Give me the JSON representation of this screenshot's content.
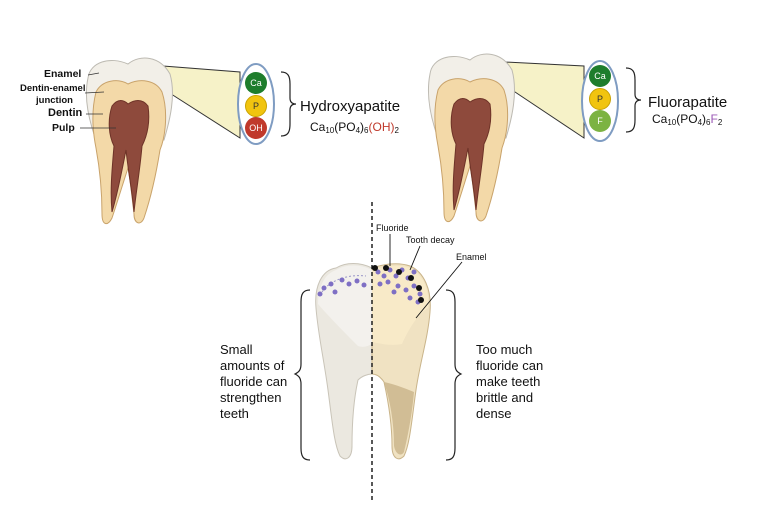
{
  "labels": {
    "enamel": "Enamel",
    "dej_1": "Dentin-enamel",
    "dej_2": "junction",
    "dentin": "Dentin",
    "pulp": "Pulp"
  },
  "hydroxyapatite": {
    "title": "Hydroxyapatite",
    "formula_parts": [
      "Ca",
      "10",
      "(PO",
      "4",
      ")",
      "6",
      "(OH)",
      "2"
    ],
    "ions": [
      "Ca",
      "P",
      "OH"
    ]
  },
  "fluorapatite": {
    "title": "Fluorapatite",
    "formula_parts": [
      "Ca",
      "10",
      "(PO",
      "4",
      ")",
      "6",
      "F",
      "2"
    ],
    "ions": [
      "Ca",
      "P",
      "F"
    ]
  },
  "bottom": {
    "fluoride_label": "Fluoride",
    "decay_label": "Tooth decay",
    "enamel_label": "Enamel",
    "left_text": "Small amounts of fluoride can strengthen teeth",
    "right_text": "Too much fluoride can make teeth brittle and dense"
  },
  "colors": {
    "ca": "#1e7d2c",
    "p": "#f1c40f",
    "oh": "#c0392b",
    "f": "#7cb342",
    "dentin": "#f3d9a8",
    "pulp": "#8e4a3c",
    "enamel": "#f4f1ea",
    "dot_fluoride": "#7e6fc4",
    "dot_decay": "#111111"
  }
}
